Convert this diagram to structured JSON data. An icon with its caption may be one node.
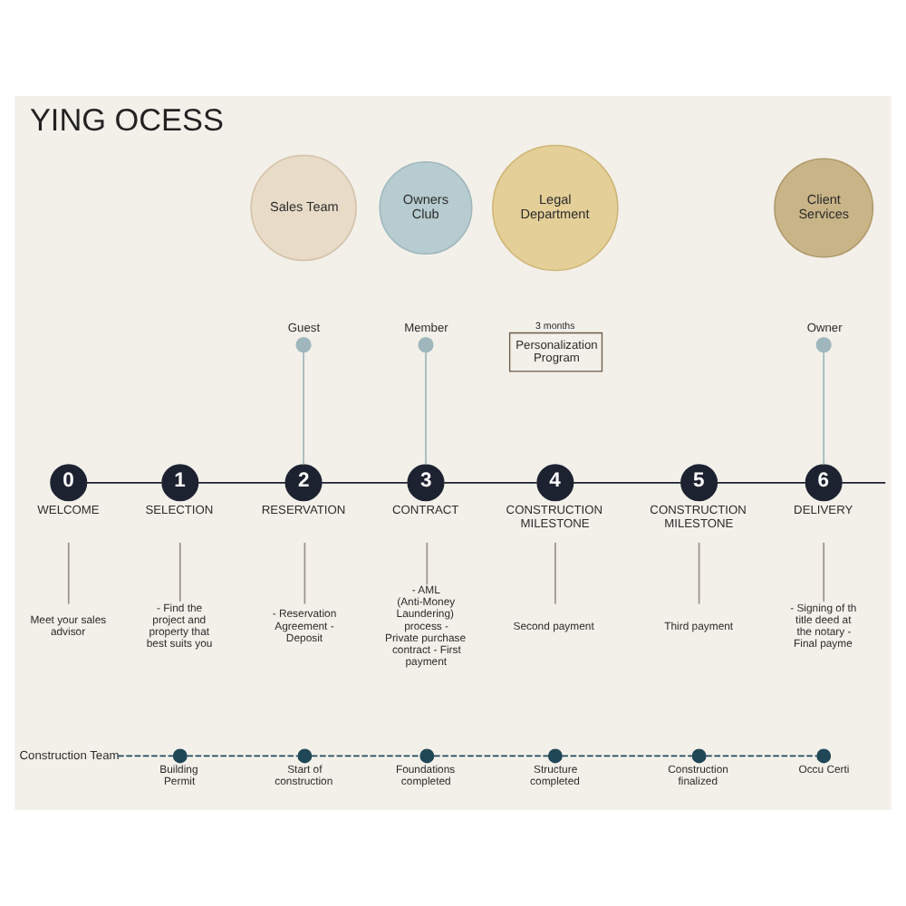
{
  "diagram": {
    "title": "YING OCESS",
    "nodes": [
      {
        "text": [
          "Sales Team"
        ]
      },
      {
        "text": [
          "Owners Club"
        ]
      },
      {
        "text": [
          "Legal Department"
        ]
      },
      {
        "text": [
          "Client Services"
        ]
      },
      {
        "text": [
          "Guest"
        ]
      },
      {
        "text": [
          "Member"
        ]
      },
      {
        "text": [
          "Personalization Program"
        ],
        "beside": [
          "3 months"
        ]
      },
      {
        "text": [
          "Owner"
        ]
      },
      {
        "text": [
          "0",
          "WELCOME"
        ]
      },
      {
        "text": [
          "1",
          "SELECTION"
        ]
      },
      {
        "text": [
          "2",
          "RESERVATION"
        ]
      },
      {
        "text": [
          "3",
          "CONTRACT"
        ]
      },
      {
        "text": [
          "4",
          "CONSTRUCTION MILESTONE"
        ]
      },
      {
        "text": [
          "5",
          "CONSTRUCTION MILESTONE"
        ]
      },
      {
        "text": [
          "6",
          "DELIVERY"
        ]
      },
      {
        "text": [
          "Meet your sales advisor"
        ]
      },
      {
        "text": [
          "- Find the project and property that best suits you"
        ]
      },
      {
        "text": [
          "- Reservation Agreement - Deposit"
        ]
      },
      {
        "text": [
          "- AML (Anti-Money Laundering) process - Private purchase contract - First payment"
        ]
      },
      {
        "text": [
          "Second payment"
        ]
      },
      {
        "text": [
          "Third payment"
        ]
      },
      {
        "text": [
          "- Signing of th title deed at the notary - Final payme"
        ]
      },
      {
        "text": [
          "Construction Team"
        ]
      },
      {
        "text": [
          "Building Permit"
        ]
      },
      {
        "text": [
          "Start of construction"
        ]
      },
      {
        "text": [
          "Foundations completed"
        ]
      },
      {
        "text": [
          "Structure completed"
        ]
      },
      {
        "text": [
          "Construction finalized"
        ]
      },
      {
        "text": [
          "Occu Certi"
        ]
      }
    ],
    "edges": [
      {
        "from": 8,
        "to": 9,
        "arrow": "none"
      },
      {
        "from": 9,
        "to": 10,
        "arrow": "none"
      },
      {
        "from": 10,
        "to": 11,
        "arrow": "none"
      },
      {
        "from": 11,
        "to": 12,
        "arrow": "none"
      },
      {
        "from": 12,
        "to": 13,
        "arrow": "none"
      },
      {
        "from": 13,
        "to": 14,
        "arrow": "none"
      },
      {
        "from": 14,
        "to": null,
        "arrow": "none"
      },
      {
        "from": 4,
        "to": 10,
        "arrow": "none",
        "color": "#9fb7bc"
      },
      {
        "from": 5,
        "to": 11,
        "arrow": "none",
        "color": "#9fb7bc"
      },
      {
        "from": 7,
        "to": 14,
        "arrow": "none",
        "color": "#9fb7bc"
      },
      {
        "from": 8,
        "to": 15,
        "arrow": "none",
        "color": "#9a9389"
      },
      {
        "from": 9,
        "to": 16,
        "arrow": "none",
        "color": "#9a9389"
      },
      {
        "from": 10,
        "to": 17,
        "arrow": "none",
        "color": "#9a9389"
      },
      {
        "from": 11,
        "to": 18,
        "arrow": "none",
        "color": "#9a9389"
      },
      {
        "from": 12,
        "to": 19,
        "arrow": "none",
        "color": "#9a9389"
      },
      {
        "from": 13,
        "to": 20,
        "arrow": "none",
        "color": "#9a9389"
      },
      {
        "from": 14,
        "to": 21,
        "arrow": "none",
        "color": "#9a9389"
      },
      {
        "from": 22,
        "to": 23,
        "arrow": "none",
        "style": "dashed",
        "color": "#244b5a"
      },
      {
        "from": 23,
        "to": 24,
        "arrow": "none",
        "style": "dashed",
        "color": "#244b5a"
      },
      {
        "from": 24,
        "to": 25,
        "arrow": "none",
        "style": "dashed",
        "color": "#244b5a"
      },
      {
        "from": 25,
        "to": 26,
        "arrow": "none",
        "style": "dashed",
        "color": "#244b5a"
      },
      {
        "from": 26,
        "to": 27,
        "arrow": "none",
        "style": "dashed",
        "color": "#244b5a"
      },
      {
        "from": 27,
        "to": 28,
        "arrow": "none",
        "style": "dashed",
        "color": "#244b5a"
      }
    ]
  }
}
